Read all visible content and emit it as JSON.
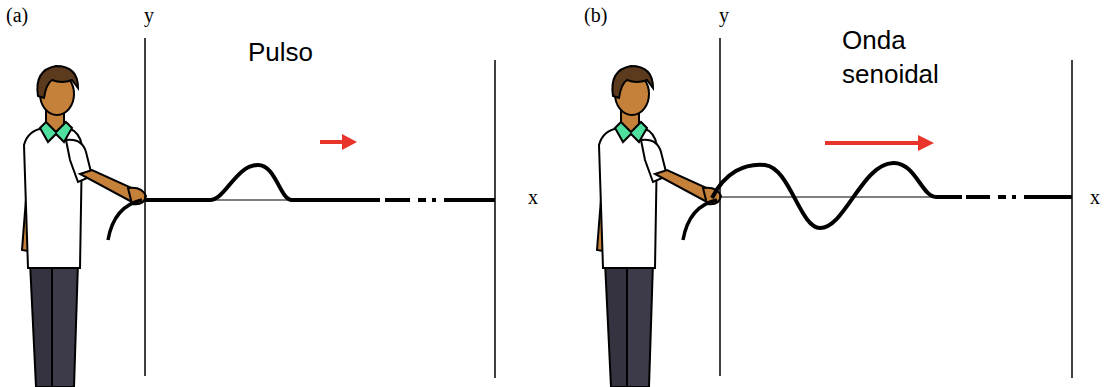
{
  "diagram": {
    "labels": [
      "(a)",
      "y",
      "Pulso",
      "x",
      "(b)",
      "y",
      "Onda senoidal",
      "x"
    ]
  }
}
